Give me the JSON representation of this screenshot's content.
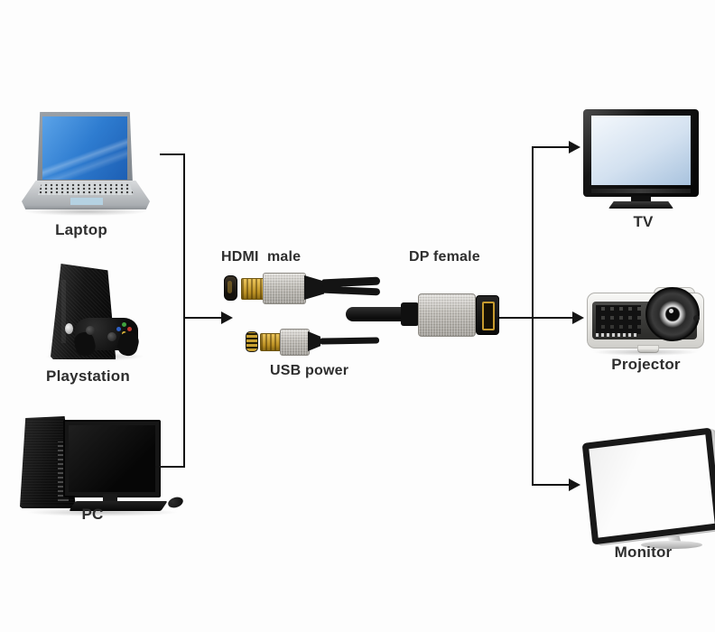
{
  "diagram": {
    "sources": [
      {
        "id": "laptop",
        "label": "Laptop"
      },
      {
        "id": "playstation",
        "label": "Playstation"
      },
      {
        "id": "pc",
        "label": "PC"
      }
    ],
    "adapter_labels": {
      "hdmi": "HDMI  male",
      "usb": "USB power",
      "dp": "DP female"
    },
    "outputs": [
      {
        "id": "tv",
        "label": "TV"
      },
      {
        "id": "projector",
        "label": "Projector"
      },
      {
        "id": "monitor",
        "label": "Monitor"
      }
    ],
    "colors": {
      "line": "#141414",
      "cable_black": "#161616",
      "metal_gray": "#bdbab4",
      "gold": "#c79b2e",
      "laptop_screen_blue": "#2e7cd0",
      "tv_screen_blue": "#d3e1f0",
      "background": "#fdfdfd"
    }
  }
}
